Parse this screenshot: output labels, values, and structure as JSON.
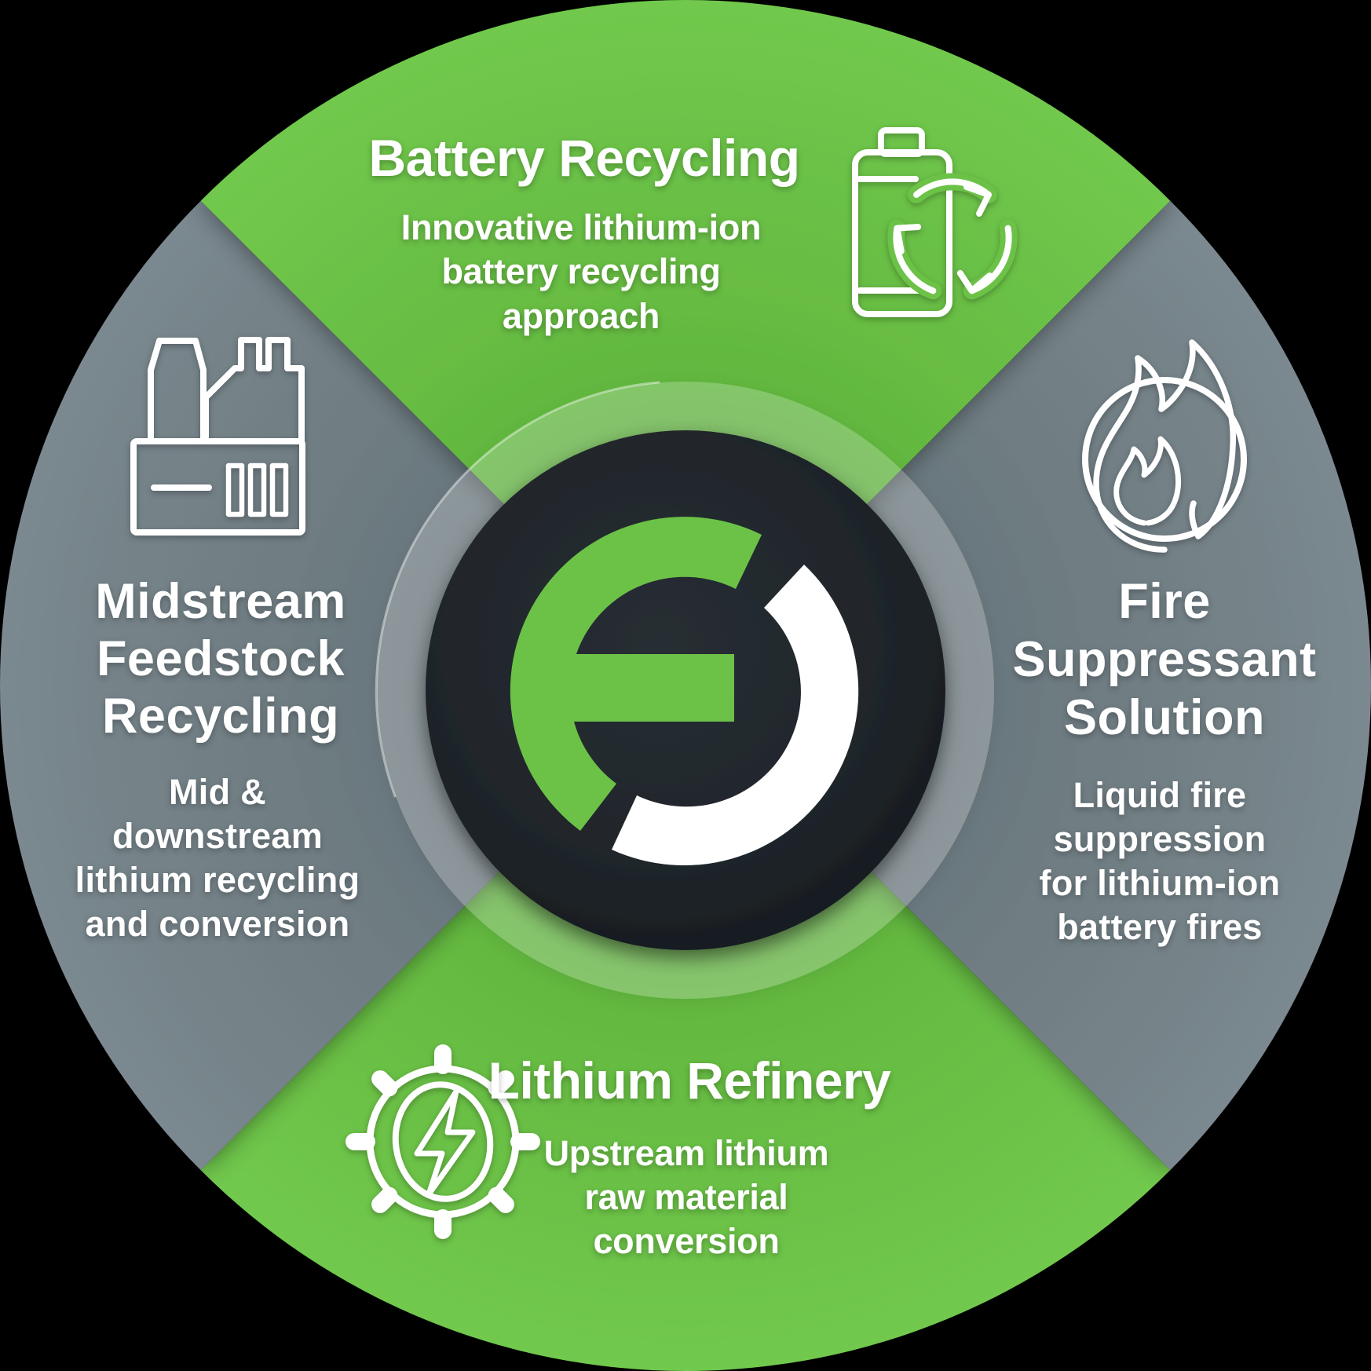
{
  "colors": {
    "background": "#000000",
    "green": "#6CC247",
    "green_dark": "#4F9E33",
    "gray": "#76848A",
    "gray_dark": "#5D6B71",
    "dark_circle": "#1E2429",
    "text": "#FFFFFF",
    "ring": "rgba(255,255,255,0.22)"
  },
  "center": {
    "logo_icon": "circular-arrows-logo"
  },
  "quadrants": {
    "top": {
      "icon": "battery-recycling-icon",
      "title": "Battery Recycling",
      "description_lines": [
        "Innovative lithium-ion",
        "battery recycling",
        "approach"
      ]
    },
    "right": {
      "icon": "flame-circle-icon",
      "title_lines": [
        "Fire",
        "Suppressant",
        "Solution"
      ],
      "description_lines": [
        "Liquid fire",
        "suppression",
        "for lithium-ion",
        "battery fires"
      ]
    },
    "bottom": {
      "icon": "gear-lightning-icon",
      "title": "Lithium Refinery",
      "description_lines": [
        "Upstream lithium",
        "raw material",
        "conversion"
      ]
    },
    "left": {
      "icon": "factory-icon",
      "title_lines": [
        "Midstream",
        "Feedstock",
        "Recycling"
      ],
      "description_lines": [
        "Mid &",
        "downstream",
        "lithium recycling",
        "and conversion"
      ]
    }
  }
}
